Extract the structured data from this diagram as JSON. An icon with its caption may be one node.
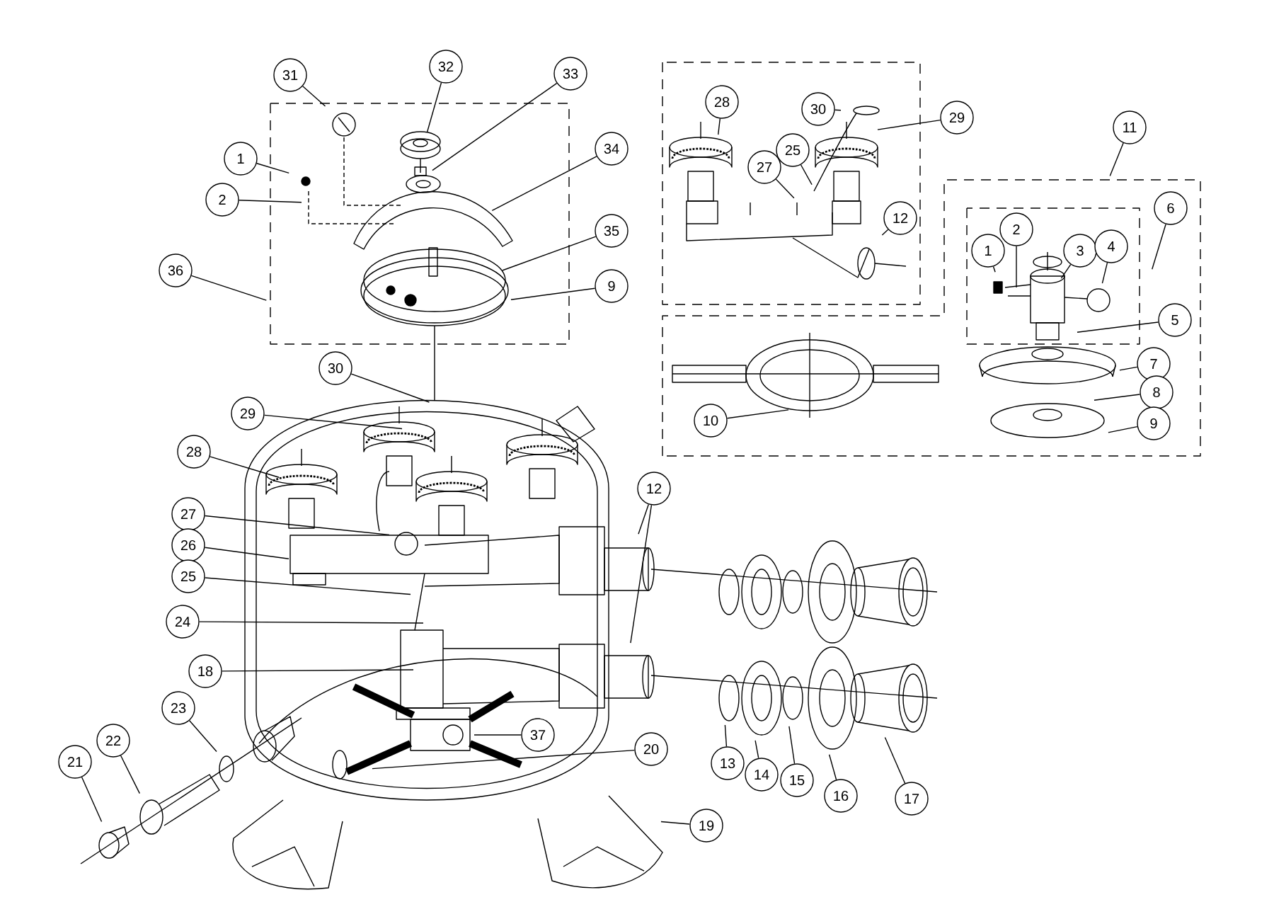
{
  "diagram": {
    "nodes": [
      {
        "text": [
          "31"
        ]
      },
      {
        "text": [
          "32"
        ]
      },
      {
        "text": [
          "33"
        ]
      },
      {
        "text": [
          "1"
        ]
      },
      {
        "text": [
          "2"
        ]
      },
      {
        "text": [
          "34"
        ]
      },
      {
        "text": [
          "35"
        ]
      },
      {
        "text": [
          "36"
        ]
      },
      {
        "text": [
          "9"
        ]
      },
      {
        "text": [
          "28"
        ]
      },
      {
        "text": [
          "30"
        ]
      },
      {
        "text": [
          "29"
        ]
      },
      {
        "text": [
          "11"
        ]
      },
      {
        "text": [
          "25"
        ]
      },
      {
        "text": [
          "27"
        ]
      },
      {
        "text": [
          "6"
        ]
      },
      {
        "text": [
          "12"
        ]
      },
      {
        "text": [
          "2"
        ]
      },
      {
        "text": [
          "3"
        ]
      },
      {
        "text": [
          "4"
        ]
      },
      {
        "text": [
          "1"
        ]
      },
      {
        "text": [
          "5"
        ]
      },
      {
        "text": [
          "7"
        ]
      },
      {
        "text": [
          "30"
        ]
      },
      {
        "text": [
          "8"
        ]
      },
      {
        "text": [
          "10"
        ]
      },
      {
        "text": [
          "29"
        ]
      },
      {
        "text": [
          "9"
        ]
      },
      {
        "text": [
          "28"
        ]
      },
      {
        "text": [
          "12"
        ]
      },
      {
        "text": [
          "27"
        ]
      },
      {
        "text": [
          "26"
        ]
      },
      {
        "text": [
          "25"
        ]
      },
      {
        "text": [
          "24"
        ]
      },
      {
        "text": [
          "18"
        ]
      },
      {
        "text": [
          "23"
        ]
      },
      {
        "text": [
          "37"
        ]
      },
      {
        "text": [
          "13"
        ]
      },
      {
        "text": [
          "22"
        ]
      },
      {
        "text": [
          "20"
        ]
      },
      {
        "text": [
          "14"
        ]
      },
      {
        "text": [
          "15"
        ]
      },
      {
        "text": [
          "16"
        ]
      },
      {
        "text": [
          "21"
        ]
      },
      {
        "text": [
          "17"
        ]
      },
      {
        "text": [
          "19"
        ]
      }
    ],
    "edges": [
      {
        "from": 0,
        "to": null,
        "arrow": "none"
      },
      {
        "from": 1,
        "to": null,
        "arrow": "none"
      },
      {
        "from": 2,
        "to": null,
        "arrow": "none"
      },
      {
        "from": 3,
        "to": null,
        "arrow": "none"
      },
      {
        "from": 4,
        "to": null,
        "arrow": "none"
      },
      {
        "from": 5,
        "to": null,
        "arrow": "none"
      },
      {
        "from": 6,
        "to": null,
        "arrow": "none"
      },
      {
        "from": 7,
        "to": null,
        "arrow": "none"
      },
      {
        "from": 8,
        "to": null,
        "arrow": "none"
      },
      {
        "from": 9,
        "to": null,
        "arrow": "none"
      },
      {
        "from": 10,
        "to": null,
        "arrow": "none"
      },
      {
        "from": 11,
        "to": null,
        "arrow": "none"
      },
      {
        "from": 12,
        "to": null,
        "arrow": "none"
      },
      {
        "from": 13,
        "to": null,
        "arrow": "none"
      },
      {
        "from": 14,
        "to": null,
        "arrow": "none"
      },
      {
        "from": 15,
        "to": null,
        "arrow": "none"
      },
      {
        "from": 16,
        "to": null,
        "arrow": "none"
      },
      {
        "from": 17,
        "to": null,
        "arrow": "none"
      },
      {
        "from": 18,
        "to": null,
        "arrow": "none"
      },
      {
        "from": 19,
        "to": null,
        "arrow": "none"
      },
      {
        "from": 20,
        "to": null,
        "arrow": "none"
      },
      {
        "from": 21,
        "to": null,
        "arrow": "none"
      },
      {
        "from": 22,
        "to": null,
        "arrow": "none"
      },
      {
        "from": 23,
        "to": null,
        "arrow": "none"
      },
      {
        "from": 24,
        "to": null,
        "arrow": "none"
      },
      {
        "from": 25,
        "to": null,
        "arrow": "none"
      },
      {
        "from": 26,
        "to": null,
        "arrow": "none"
      },
      {
        "from": 27,
        "to": null,
        "arrow": "none"
      },
      {
        "from": 28,
        "to": null,
        "arrow": "none"
      },
      {
        "from": 29,
        "to": null,
        "arrow": "none"
      },
      {
        "from": 29,
        "to": null,
        "arrow": "none"
      },
      {
        "from": 30,
        "to": null,
        "arrow": "none"
      },
      {
        "from": 31,
        "to": null,
        "arrow": "none"
      },
      {
        "from": 32,
        "to": null,
        "arrow": "none"
      },
      {
        "from": 33,
        "to": null,
        "arrow": "none"
      },
      {
        "from": 34,
        "to": null,
        "arrow": "none"
      },
      {
        "from": 35,
        "to": null,
        "arrow": "none"
      },
      {
        "from": 36,
        "to": null,
        "arrow": "none"
      },
      {
        "from": 37,
        "to": null,
        "arrow": "none"
      },
      {
        "from": 38,
        "to": null,
        "arrow": "none"
      },
      {
        "from": 39,
        "to": null,
        "arrow": "none"
      },
      {
        "from": 40,
        "to": null,
        "arrow": "none"
      },
      {
        "from": 41,
        "to": null,
        "arrow": "none"
      },
      {
        "from": 42,
        "to": null,
        "arrow": "none"
      },
      {
        "from": 43,
        "to": null,
        "arrow": "none"
      },
      {
        "from": 44,
        "to": null,
        "arrow": "none"
      },
      {
        "from": 45,
        "to": null,
        "arrow": "none"
      }
    ]
  }
}
